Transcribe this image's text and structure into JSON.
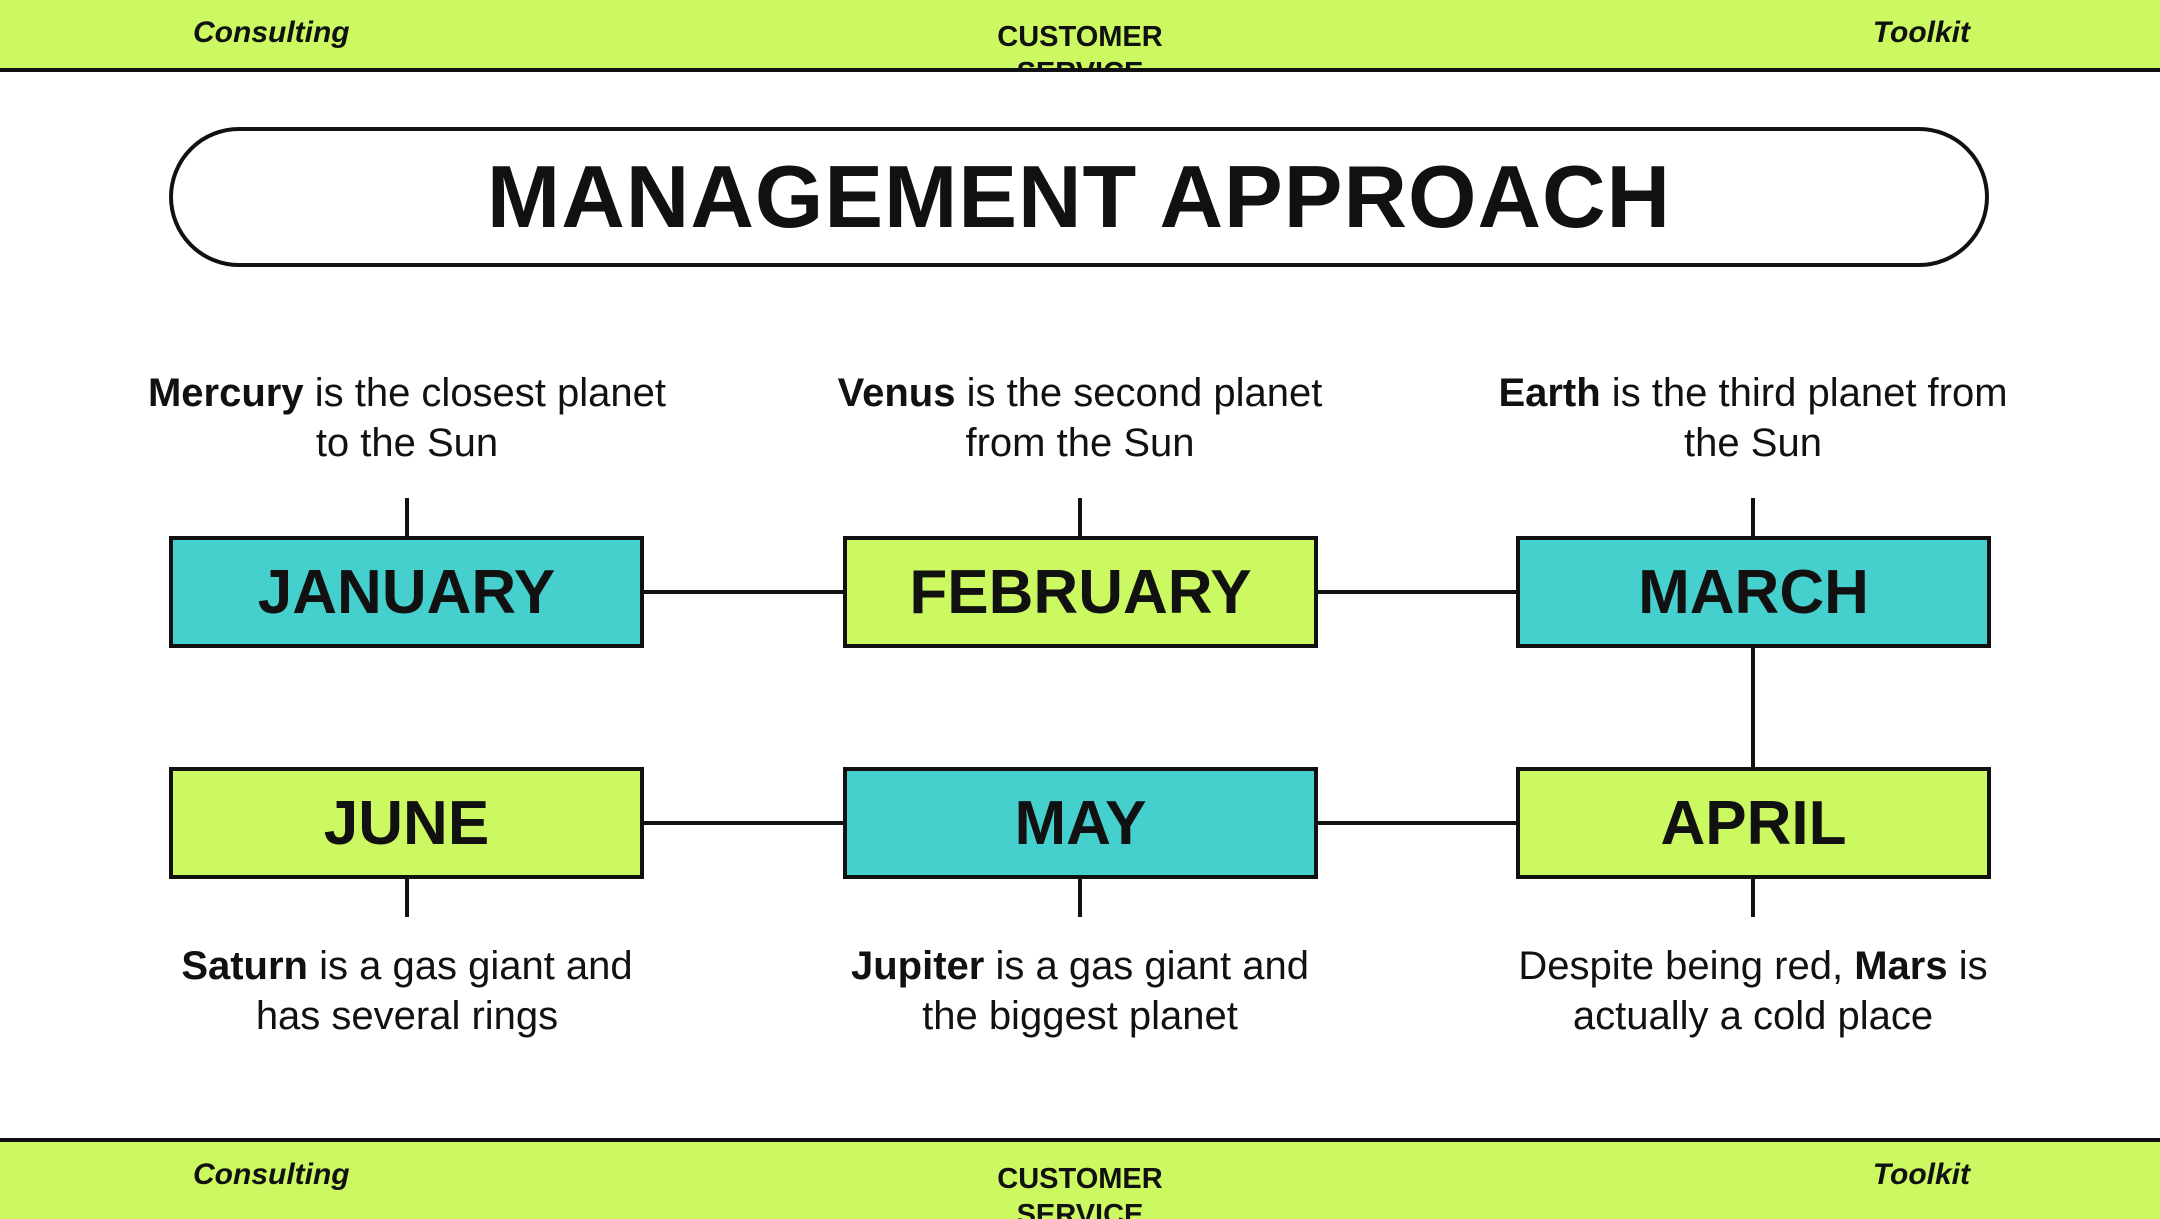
{
  "header": {
    "left": "Consulting",
    "center": "CUSTOMER SERVICE",
    "right": "Toolkit"
  },
  "footer": {
    "left": "Consulting",
    "center": "CUSTOMER SERVICE",
    "right": "Toolkit"
  },
  "title": "MANAGEMENT APPROACH",
  "steps": [
    {
      "month": "JANUARY",
      "color": "#45cfcd",
      "desc_bold": "Mercury",
      "desc_before": "",
      "desc_after": " is the closest planet to the Sun"
    },
    {
      "month": "FEBRUARY",
      "color": "#ccf862",
      "desc_bold": "Venus",
      "desc_before": "",
      "desc_after": " is the second planet from the Sun"
    },
    {
      "month": "MARCH",
      "color": "#45cfcd",
      "desc_bold": "Earth",
      "desc_before": "",
      "desc_after": " is the third planet from the Sun"
    },
    {
      "month": "APRIL",
      "color": "#ccf862",
      "desc_bold": "Mars",
      "desc_before": "Despite being red, ",
      "desc_after": " is actually a cold place"
    },
    {
      "month": "MAY",
      "color": "#45cfcd",
      "desc_bold": "Jupiter",
      "desc_before": "",
      "desc_after": " is a gas giant and the biggest planet"
    },
    {
      "month": "JUNE",
      "color": "#ccf862",
      "desc_bold": "Saturn",
      "desc_before": "",
      "desc_after": " is a gas giant and has several rings"
    }
  ]
}
